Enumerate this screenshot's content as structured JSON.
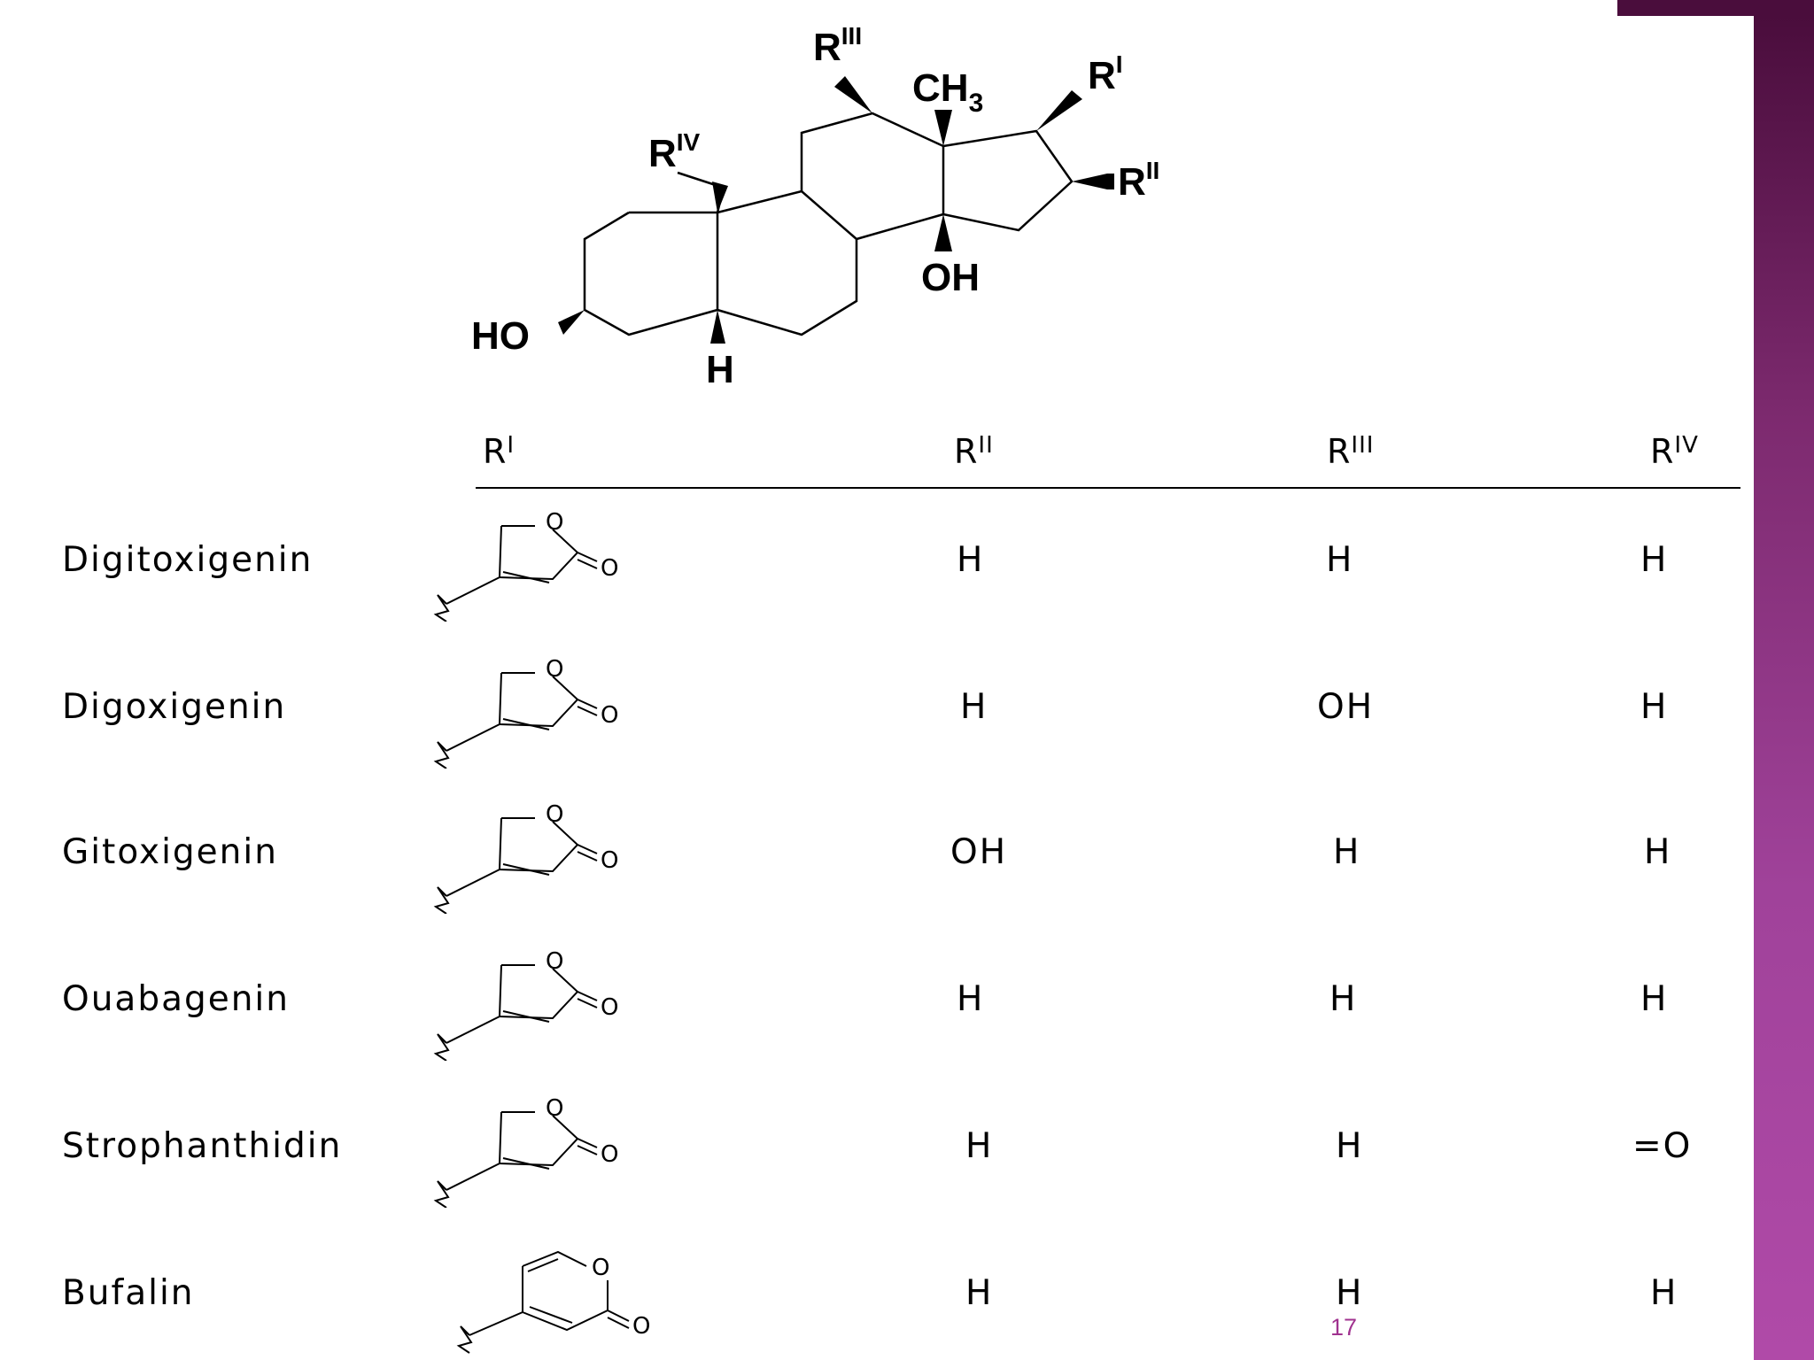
{
  "structure": {
    "labels": {
      "r1": "R",
      "r1_sup": "I",
      "r2": "R",
      "r2_sup": "II",
      "r3": "R",
      "r3_sup": "III",
      "r4": "R",
      "r4_sup": "IV",
      "ch3": "CH",
      "ch3_sub": "3",
      "oh": "OH",
      "ho": "HO",
      "h": "H"
    }
  },
  "table": {
    "headers": [
      {
        "base": "R",
        "sup": "I"
      },
      {
        "base": "R",
        "sup": "II"
      },
      {
        "base": "R",
        "sup": "III"
      },
      {
        "base": "R",
        "sup": "IV"
      }
    ],
    "ring_labels": {
      "o": "O"
    },
    "rows": [
      {
        "name": "Digitoxigenin",
        "r2": "H",
        "r3": "H",
        "r4": "H",
        "ring": "butenolide"
      },
      {
        "name": "Digoxigenin",
        "r2": "H",
        "r3": "OH",
        "r4": "H",
        "ring": "butenolide"
      },
      {
        "name": "Gitoxigenin",
        "r2": "OH",
        "r3": "H",
        "r4": "H",
        "ring": "butenolide"
      },
      {
        "name": "Ouabagenin",
        "r2": "H",
        "r3": "H",
        "r4": "H",
        "ring": "butenolide"
      },
      {
        "name": "Strophanthidin",
        "r2": "H",
        "r3": "H",
        "r4": "=O",
        "ring": "butenolide"
      },
      {
        "name": "Bufalin",
        "r2": "H",
        "r3": "H",
        "r4": "H",
        "ring": "pyranone"
      }
    ]
  },
  "slide": {
    "page_number": "17",
    "accent_color": "#a0429a"
  }
}
